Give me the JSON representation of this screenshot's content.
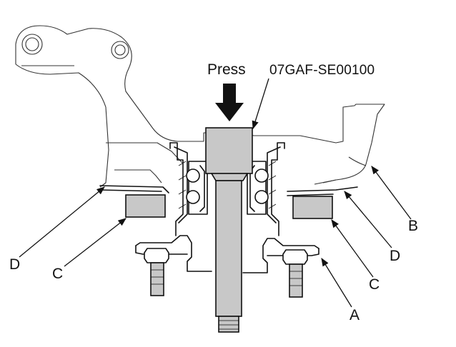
{
  "labels": {
    "press": "Press",
    "tool_number": "07GAF-SE00100",
    "a": "A",
    "b": "B",
    "c_left": "C",
    "c_right": "C",
    "d_left": "D",
    "d_right": "D"
  }
}
